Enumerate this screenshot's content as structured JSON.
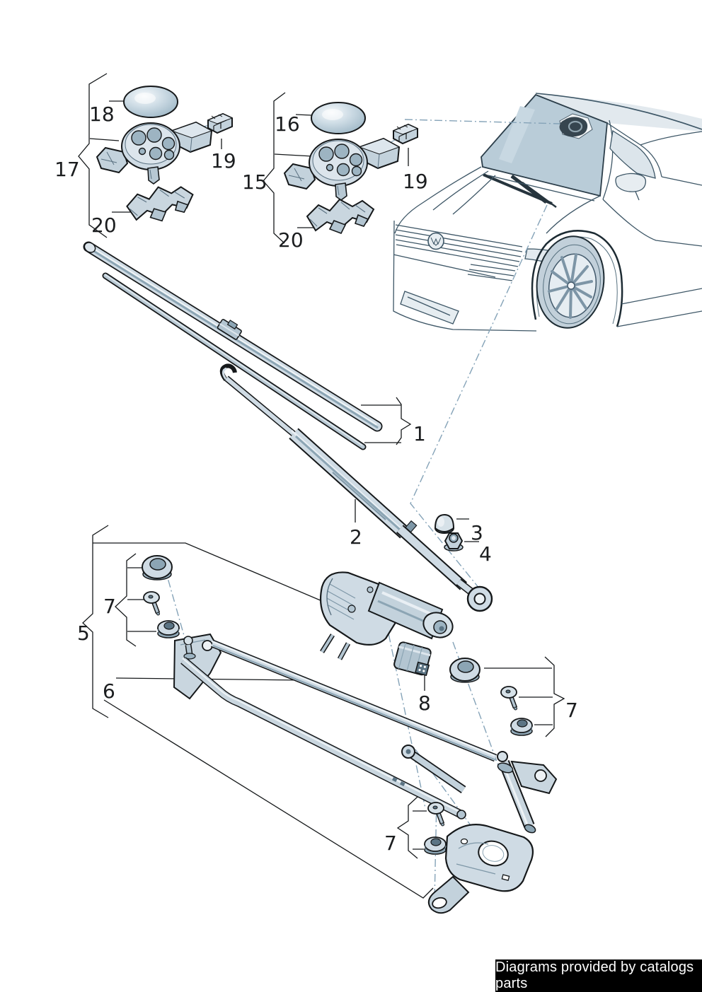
{
  "callouts": {
    "1": "1",
    "2": "2",
    "3": "3",
    "4": "4",
    "5": "5",
    "6": "6",
    "7": "7",
    "8": "8",
    "15": "15",
    "16": "16",
    "17": "17",
    "18": "18",
    "19": "19",
    "20": "20"
  },
  "banner": {
    "text": "Diagrams provided by catalogs parts",
    "background": "#000000",
    "color": "#ffffff"
  },
  "colors": {
    "part_fill": "#cfdbe4",
    "part_mid": "#b3c5d1",
    "part_shade": "#8ca5b4",
    "part_light": "#e9eff4",
    "outline": "#15181a",
    "leader": "#15181a",
    "axis_line": "#85a3b8",
    "car_stroke": "#3d5666",
    "windshield": "#b9ccd8",
    "sensor_dark": "#36454f"
  }
}
